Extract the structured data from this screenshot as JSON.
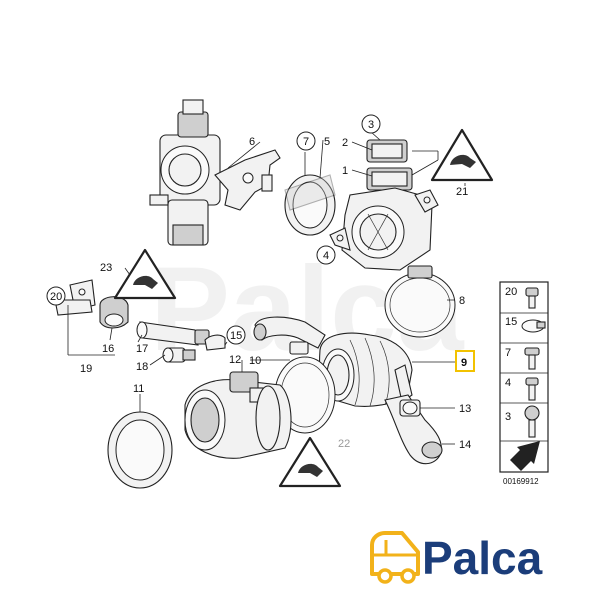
{
  "callouts": {
    "c1": "1",
    "c2": "2",
    "c3": "3",
    "c4": "4",
    "c5": "5",
    "c6": "6",
    "c7": "7",
    "c8": "8",
    "c9": "9",
    "c10": "10",
    "c11": "11",
    "c12": "12",
    "c13": "13",
    "c14": "14",
    "c15": "15",
    "c16": "16",
    "c17": "17",
    "c18": "18",
    "c19": "19",
    "c20": "20",
    "c21": "21",
    "c22": "22",
    "c23": "23"
  },
  "side_panel": {
    "items": [
      "20",
      "15",
      "7",
      "4",
      "3"
    ]
  },
  "doc_number": "00169912",
  "watermark": "Palca",
  "logo": {
    "text": "Palca",
    "color": "#1b3d7a",
    "icon_color": "#f2b21a"
  },
  "colors": {
    "highlight": "#f2c200"
  }
}
